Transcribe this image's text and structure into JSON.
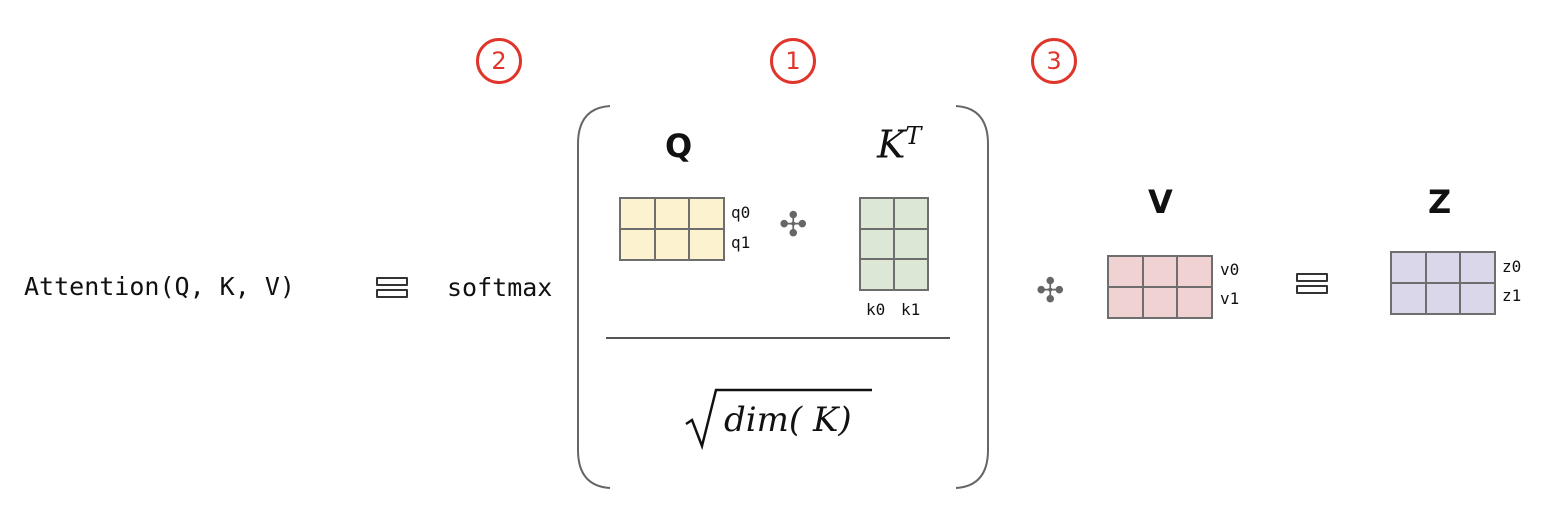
{
  "formula": {
    "lhs": "Attention(Q, K, V)",
    "softmax": "softmax"
  },
  "steps": {
    "step_1": "1",
    "step_2": "2",
    "step_3": "3"
  },
  "matrices": {
    "q": {
      "label": "Q",
      "rows": [
        "q0",
        "q1"
      ],
      "fill": "#fdf2cf",
      "stroke": "#6e6e6e"
    },
    "kt": {
      "base": "K",
      "sup": "T",
      "cols": [
        "k0",
        "k1"
      ],
      "fill": "#dce8d5",
      "stroke": "#6e6e6e"
    },
    "v": {
      "label": "V",
      "rows": [
        "v0",
        "v1"
      ],
      "fill": "#f0d2d2",
      "stroke": "#6e6e6e"
    },
    "z": {
      "label": "Z",
      "rows": [
        "z0",
        "z1"
      ],
      "fill": "#dad7ea",
      "stroke": "#6e6e6e"
    }
  },
  "denominator": {
    "text": "dim( K)"
  },
  "colors": {
    "step_accent": "#e0352b"
  },
  "icons": {
    "equals": "equals-icon",
    "times": "times-icon"
  }
}
